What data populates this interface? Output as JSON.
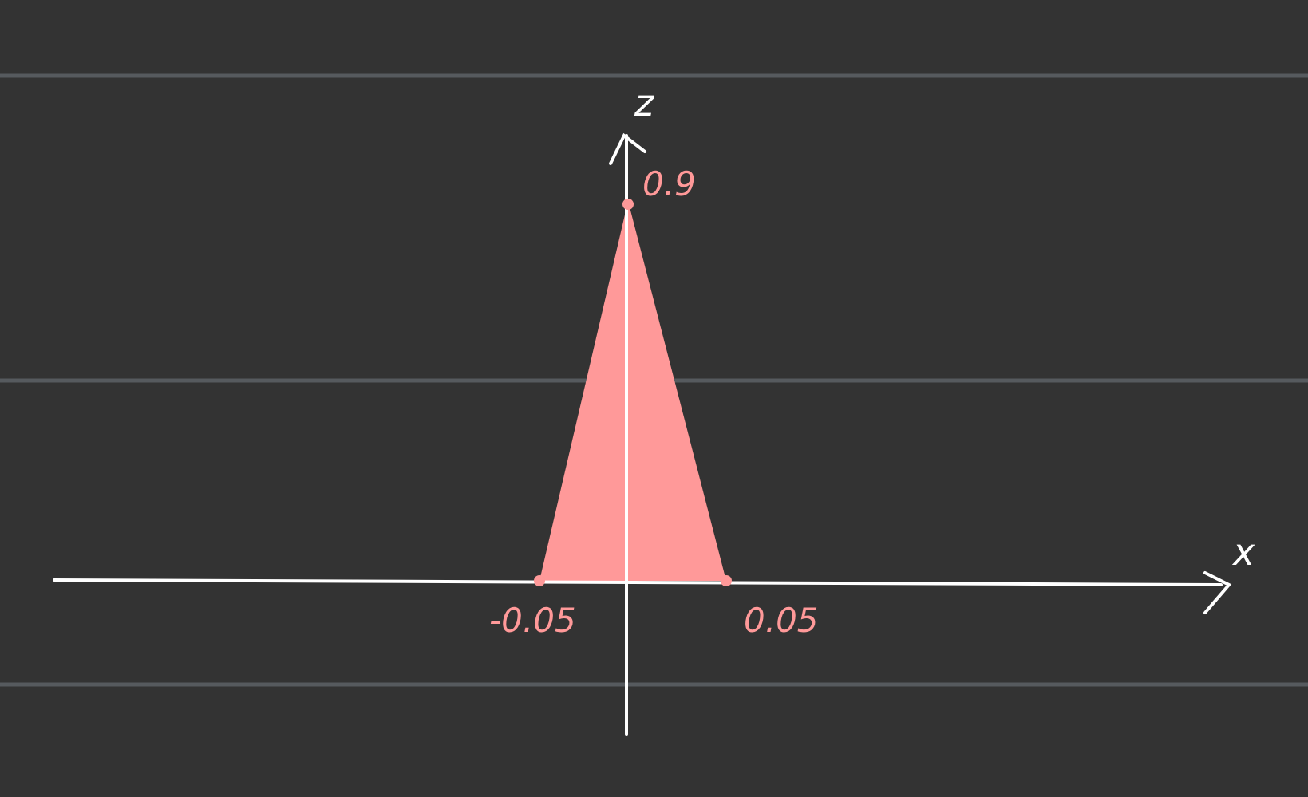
{
  "colors": {
    "background": "#333333",
    "guide": "#565a5e",
    "axis": "#ffffff",
    "shape": "#ff9999"
  },
  "axes": {
    "x_label": "x",
    "y_label": "z"
  },
  "triangle": {
    "apex_value": 0.9,
    "left_base": -0.05,
    "right_base": 0.05
  },
  "labels": {
    "apex": "0.9",
    "left": "-0.05",
    "right": "0.05"
  }
}
